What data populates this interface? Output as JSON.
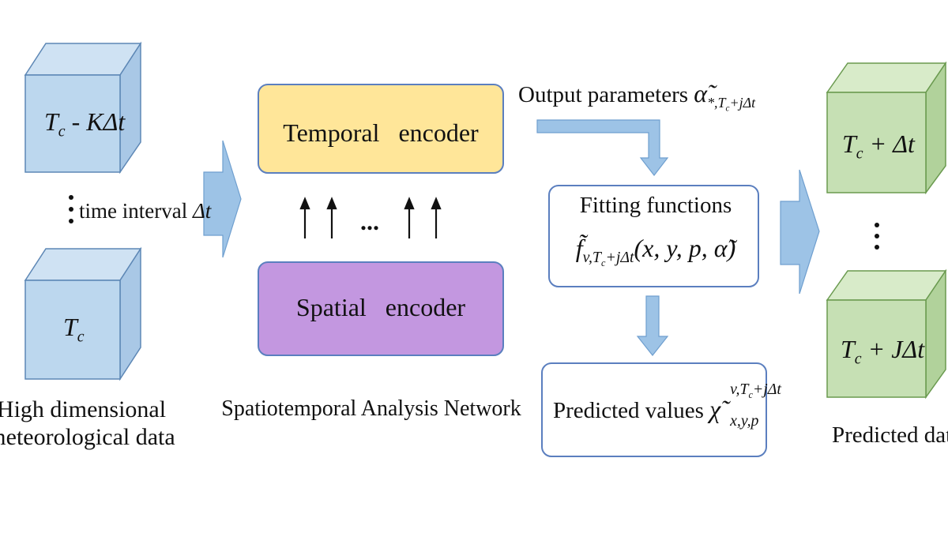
{
  "input": {
    "cube_top_label": "T",
    "cube_top_sub": "c",
    "cube_top_suffix": " - KΔt",
    "interval_label": "time interval",
    "interval_symbol": "Δt",
    "cube_bottom_label": "T",
    "cube_bottom_sub": "c",
    "caption_line1": "High dimensional",
    "caption_line2": "meteorological data"
  },
  "network": {
    "temporal_encoder": "Temporal   encoder",
    "spatial_encoder": "Spatial   encoder",
    "ellipsis": "...",
    "caption": "Spatiotemporal Analysis Network"
  },
  "fitting": {
    "output_parameters": "Output parameters",
    "alpha_symbol": "α̃",
    "alpha_sub": "*,T",
    "alpha_sub_c": "c",
    "alpha_sub_tail": "+jΔt",
    "title": "Fitting functions",
    "func_symbol": "f̃",
    "func_sub": "v,T",
    "func_sub_c": "c",
    "func_sub_tail": "+jΔt",
    "func_args": "(x, y, p, α̃)",
    "predicted_values": "Predicted values",
    "chi_symbol": "χ̃",
    "chi_sup": "v,T",
    "chi_sup_c": "c",
    "chi_sup_tail": "+jΔt",
    "chi_sub": "x,y,p"
  },
  "output": {
    "cube_top_label": "T",
    "cube_top_sub": "c",
    "cube_top_suffix": " + Δt",
    "cube_bottom_label": "T",
    "cube_bottom_sub": "c",
    "cube_bottom_suffix": " + JΔt",
    "caption": "Predicted data"
  },
  "colors": {
    "input_cube_front": "#bcd7ee",
    "input_cube_top": "#cfe2f3",
    "input_cube_side": "#a9c8e6",
    "input_cube_stroke": "#5d87b5",
    "output_cube_front": "#c6e0b4",
    "output_cube_top": "#d8ebc9",
    "output_cube_side": "#b1d29b",
    "output_cube_stroke": "#6a9a4f",
    "temporal_fill": "#ffe699",
    "spatial_fill": "#c397e0",
    "encoder_stroke": "#5b7fbf",
    "arrow_fill": "#9dc3e6",
    "arrow_stroke": "#6f9fcf"
  }
}
